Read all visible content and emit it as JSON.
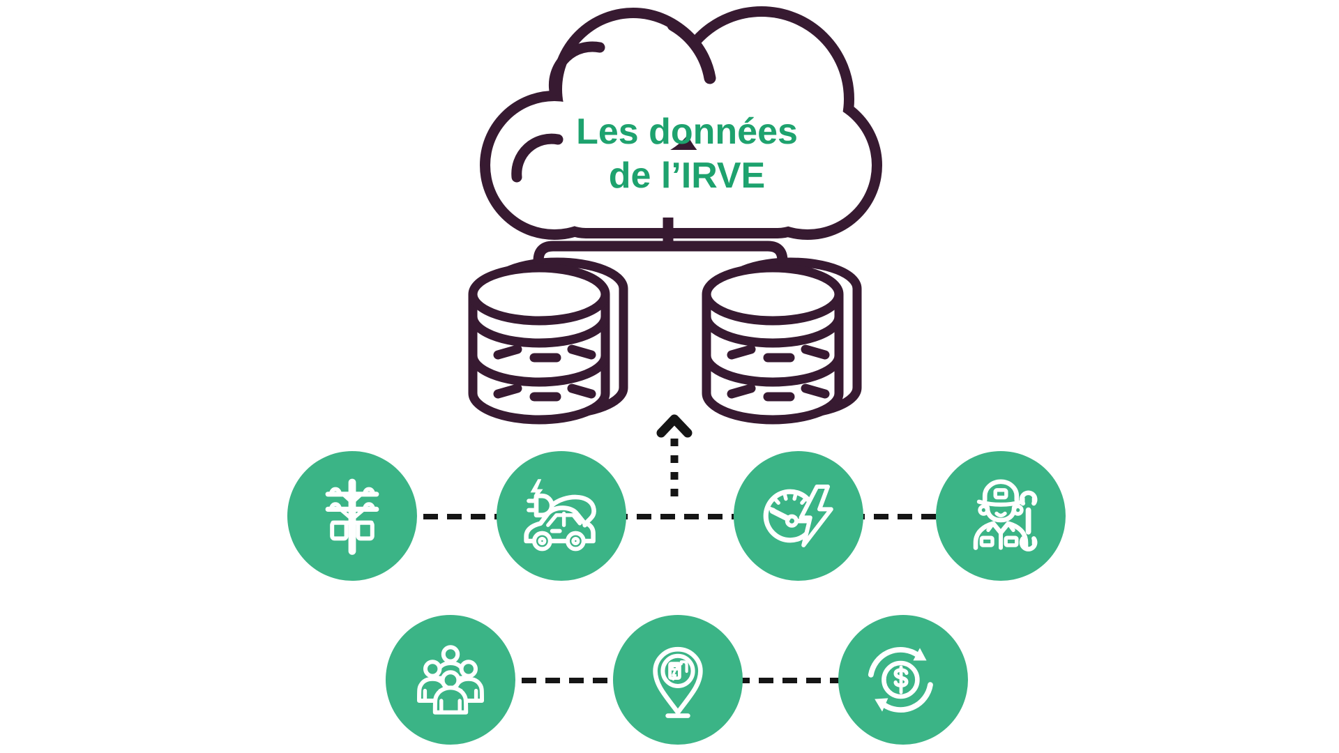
{
  "cloud": {
    "line1": "Les données",
    "line2": "de l’IRVE"
  },
  "databases": [
    {
      "name": "database-left"
    },
    {
      "name": "database-right"
    }
  ],
  "nodes_row1": [
    {
      "id": "power-grid",
      "icon": "power-pylon-icon"
    },
    {
      "id": "electric-vehicle",
      "icon": "ev-car-plug-icon"
    },
    {
      "id": "charging-power",
      "icon": "gauge-lightning-icon"
    },
    {
      "id": "maintenance-technician",
      "icon": "technician-wrench-icon"
    }
  ],
  "nodes_row2": [
    {
      "id": "users-community",
      "icon": "people-group-icon"
    },
    {
      "id": "charging-station-location",
      "icon": "charging-station-pin-icon"
    },
    {
      "id": "pricing-cost",
      "icon": "dollar-cycle-icon"
    }
  ],
  "connectors": {
    "upload_arrow": "dotted-arrow-up",
    "row_links": "dashed-horizontal-lines"
  },
  "colors": {
    "outline_dark": "#371A31",
    "node_green": "#3BB486",
    "text_green": "#1EA26E",
    "connector_black": "#151515",
    "background": "#FFFFFF"
  }
}
